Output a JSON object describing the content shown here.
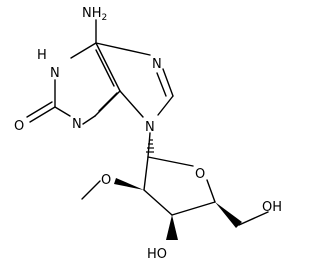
{
  "molecule": {
    "atoms": {
      "nh2": "NH",
      "nh2_sub": "2",
      "n1h": "H",
      "n1n": "N",
      "n7": "N",
      "n3": "N",
      "n9": "N",
      "o2": "O",
      "o_ring": "O",
      "o_me": "O",
      "o3": "HO",
      "o5": "OH"
    }
  }
}
